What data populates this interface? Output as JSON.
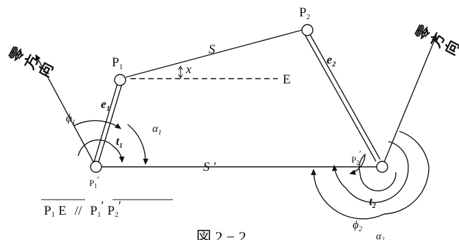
{
  "diagram": {
    "points": {
      "p1": "P",
      "p1_sub": "1",
      "p2": "P",
      "p2_sub": "2",
      "p1p": "P",
      "p1p_sub": "1",
      "p1p_prime": "′",
      "p2p": "P",
      "p2p_sub": "2",
      "p2p_prime": "′",
      "e": "E"
    },
    "segments": {
      "s": "S",
      "sp": "S ′",
      "e1": "e",
      "e1_sub": "1",
      "e2": "e",
      "e2_sub": "2",
      "x": "x"
    },
    "angles": {
      "phi1": "ϕ",
      "phi1_sub": "1",
      "t1": "t",
      "t1_sub": "1",
      "alpha1": "α",
      "alpha1_sub": "1",
      "t2": "t",
      "t2_sub": "2",
      "phi2": "ϕ",
      "phi2_sub": "2",
      "alpha2": "α",
      "alpha2_sub": "2"
    },
    "north_label": [
      "零",
      "方",
      "向"
    ],
    "relation": {
      "left_p": "P",
      "left_sub": "1",
      "left_e": "E",
      "sep": "//",
      "right_p1": "P",
      "right_p1_sub": "1",
      "right_p1_prime": "′",
      "right_p2": "P",
      "right_p2_sub": "2",
      "right_p2_prime": "′"
    },
    "caption": "図 2 − 2"
  }
}
